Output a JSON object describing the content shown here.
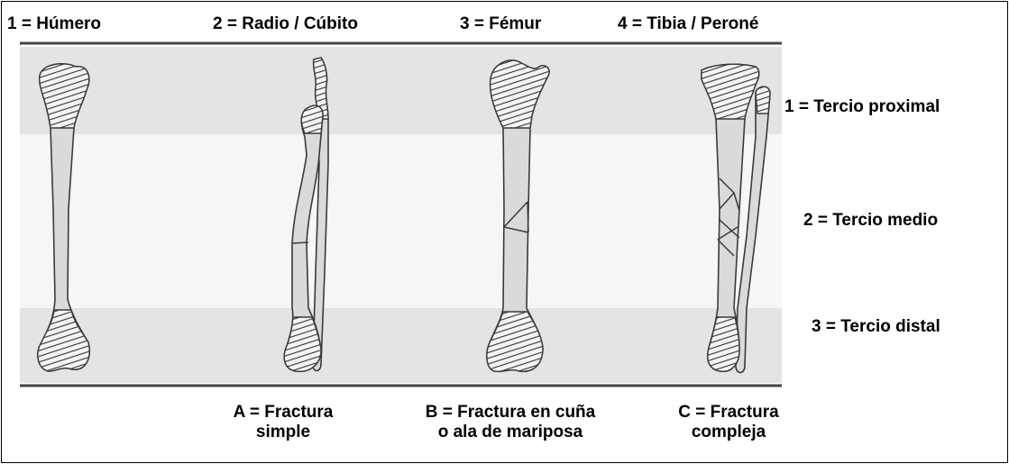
{
  "bones": [
    "1 = Húmero",
    "2 = Radio / Cúbito",
    "3 = Fémur",
    "4 = Tibia / Peroné"
  ],
  "thirds": [
    "1 = Tercio proximal",
    "2 = Tercio medio",
    "3 = Tercio distal"
  ],
  "fracture_types": [
    {
      "line1": "A = Fractura",
      "line2": "simple"
    },
    {
      "line1": "B = Fractura en cuña",
      "line2": "o ala de mariposa"
    },
    {
      "line1": "C = Fractura",
      "line2": "compleja"
    }
  ],
  "colors": {
    "band_dark": "#e4e4e4",
    "band_light": "#f6f6f6",
    "bone_fill": "#dadada",
    "bone_stroke": "#3a3a3a",
    "rule": "#444444"
  }
}
